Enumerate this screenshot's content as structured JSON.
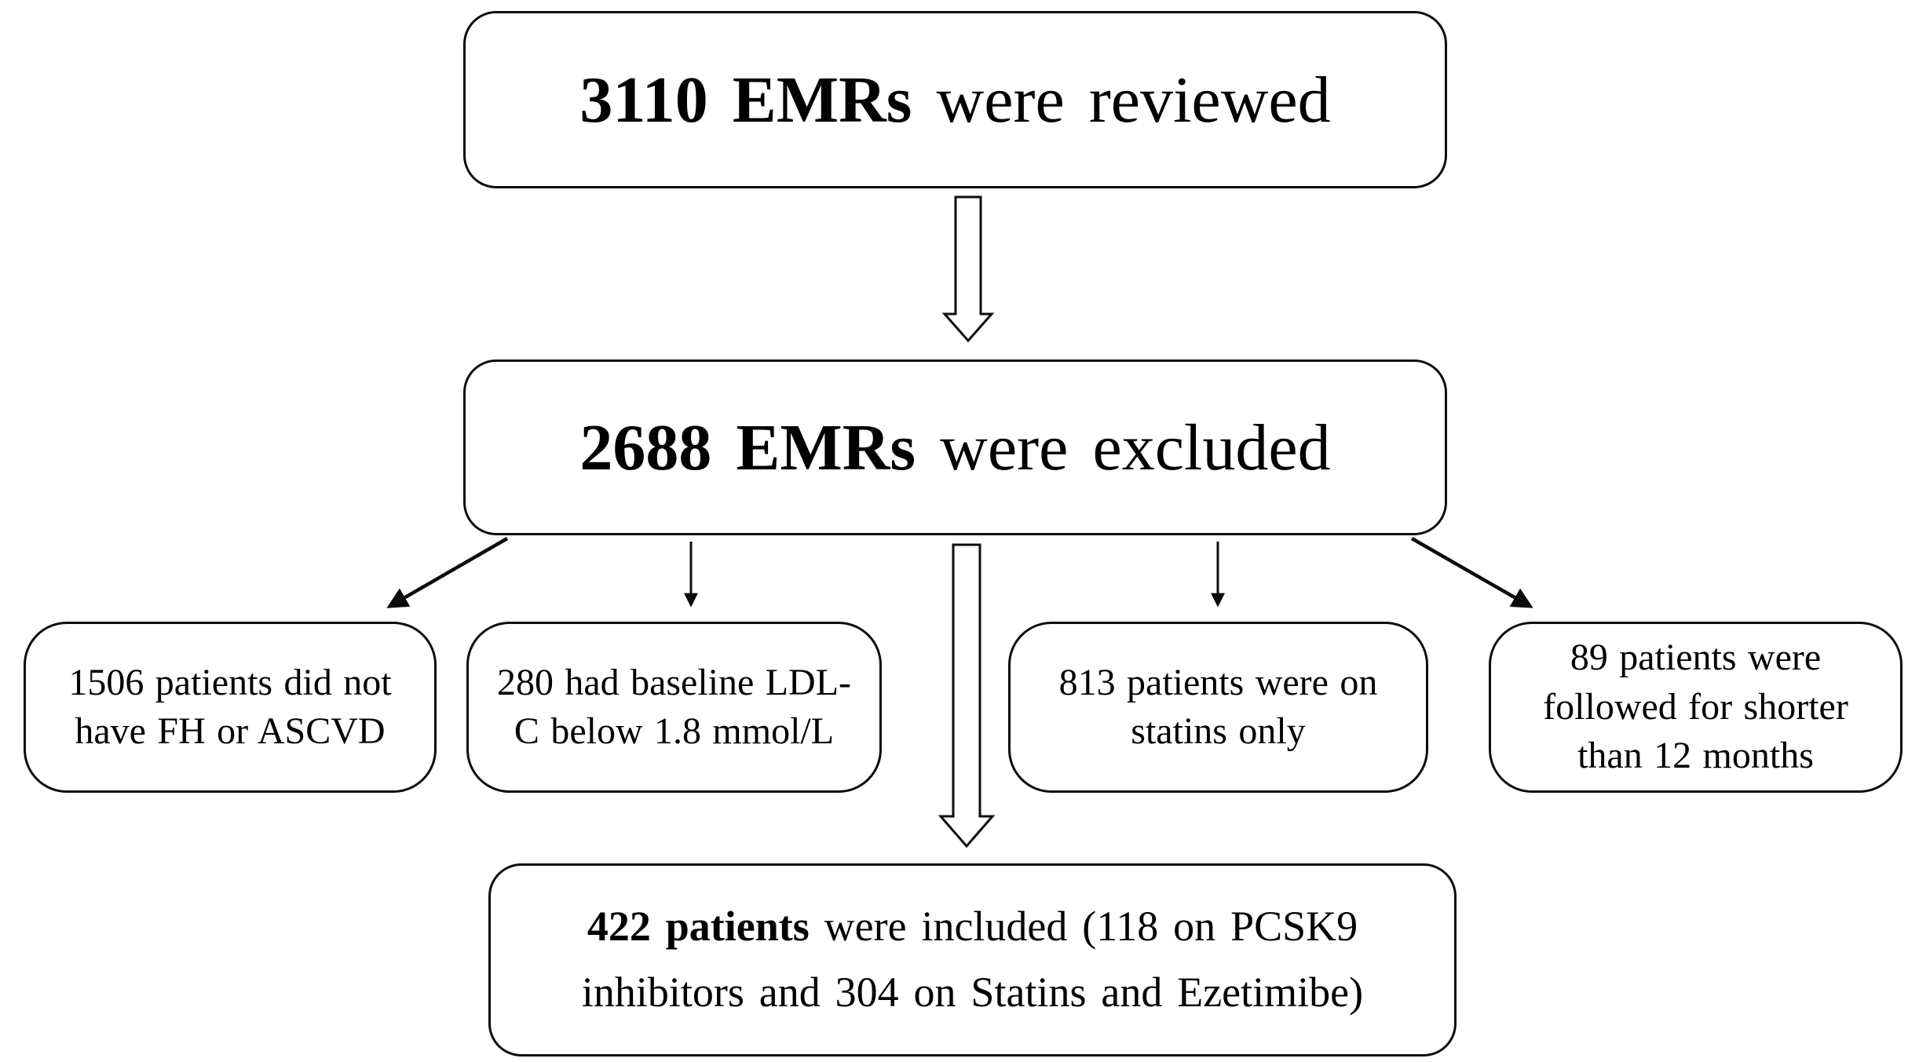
{
  "page": {
    "background": "#ffffff",
    "line_color": "#000000",
    "box_fill": "#ffffff"
  },
  "nodes": {
    "reviewed": {
      "bold": "3110 EMRs",
      "rest": " were reviewed"
    },
    "excluded": {
      "bold": "2688 EMRs",
      "rest": " were excluded"
    },
    "no_fh_ascvd": {
      "lines": [
        "1506 patients did not",
        "have FH or ASCVD"
      ]
    },
    "low_ldl": {
      "lines": [
        "280 had baseline LDL-",
        "C below 1.8 mmol/L"
      ]
    },
    "statins_only": {
      "lines": [
        "813 patients were on",
        "statins only"
      ]
    },
    "short_followup": {
      "lines": [
        "89 patients were",
        "followed for shorter",
        "than 12 months"
      ]
    },
    "included": {
      "bold": "422 patients",
      "line1_rest": " were included (118 on PCSK9",
      "line2": "inhibitors and 304 on Statins and Ezetimibe)"
    }
  }
}
